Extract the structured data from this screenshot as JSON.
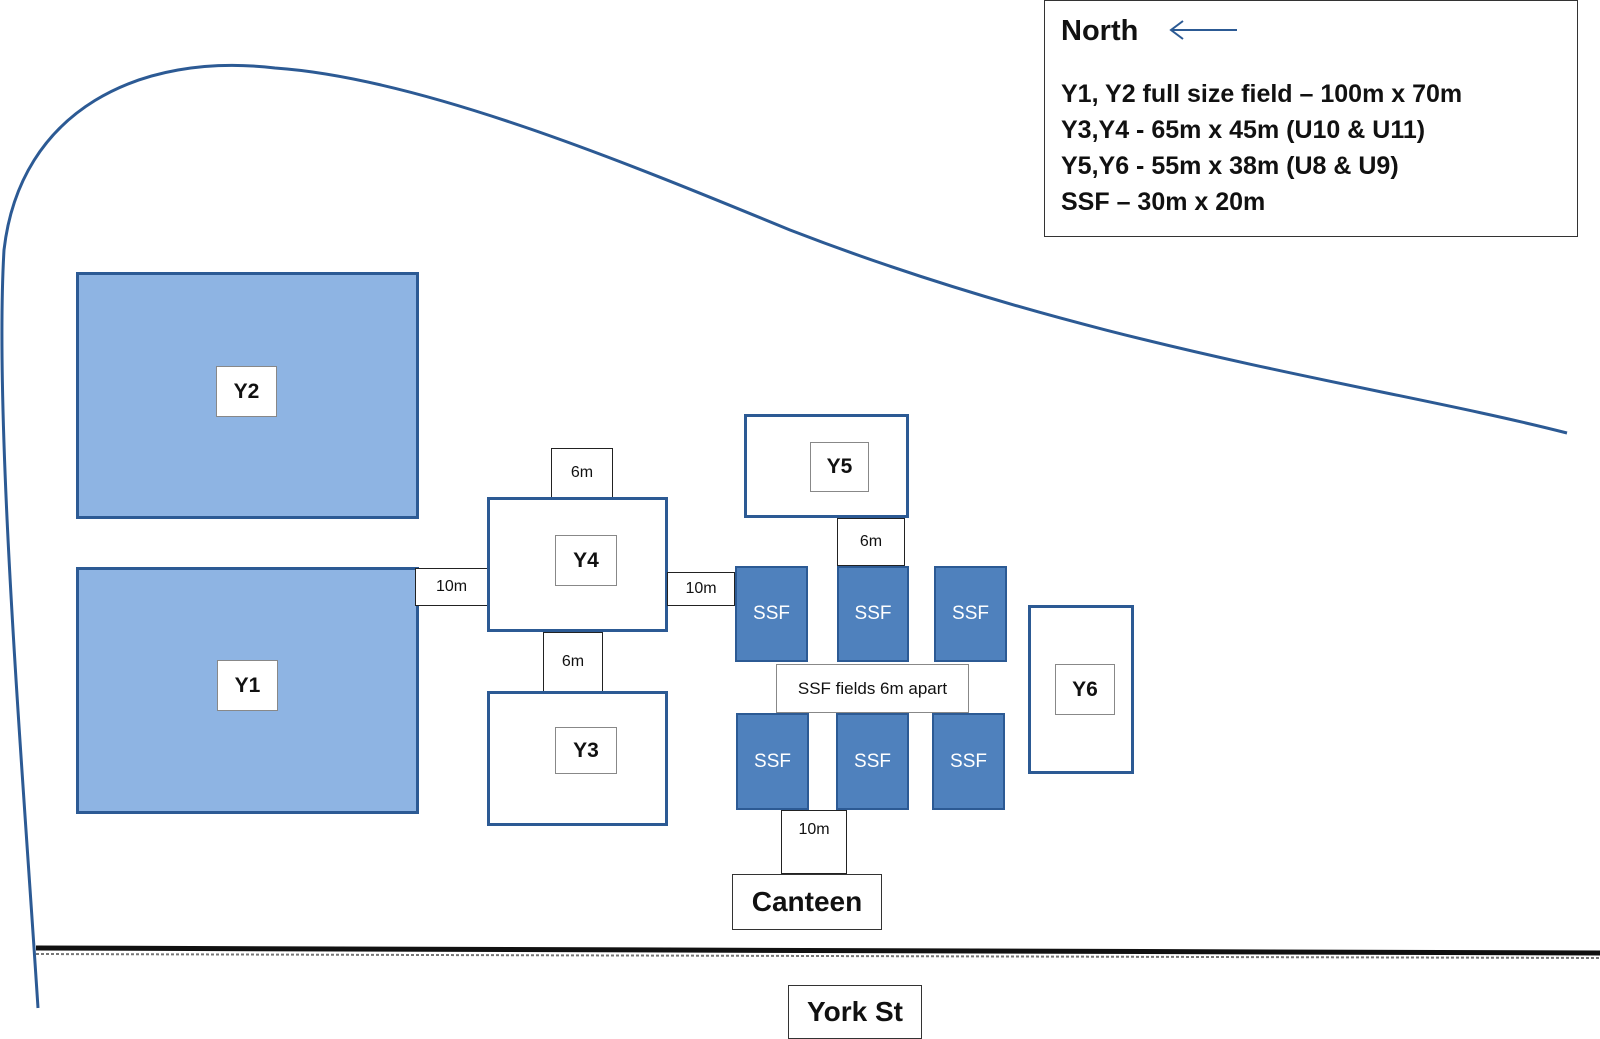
{
  "legend": {
    "north_label": "North",
    "lines": [
      "Y1, Y2 full size field – 100m x 70m",
      "Y3,Y4 - 65m x 45m (U10 & U11)",
      "Y5,Y6 - 55m x 38m (U8 & U9)",
      "SSF – 30m x 20m"
    ]
  },
  "fields": {
    "y1": "Y1",
    "y2": "Y2",
    "y3": "Y3",
    "y4": "Y4",
    "y5": "Y5",
    "y6": "Y6",
    "ssf": "SSF"
  },
  "gaps": {
    "y4_top": "6m",
    "y4_bottom": "6m",
    "y5_bottom": "6m",
    "y1_y4": "10m",
    "y4_ssf": "10m",
    "ssf_canteen": "10m"
  },
  "ssf_note": "SSF fields 6m apart",
  "canteen": "Canteen",
  "street": "York St",
  "colors": {
    "outline": "#2c5a94",
    "light_field": "#8eb4e3",
    "dark_field": "#4f81bd"
  }
}
